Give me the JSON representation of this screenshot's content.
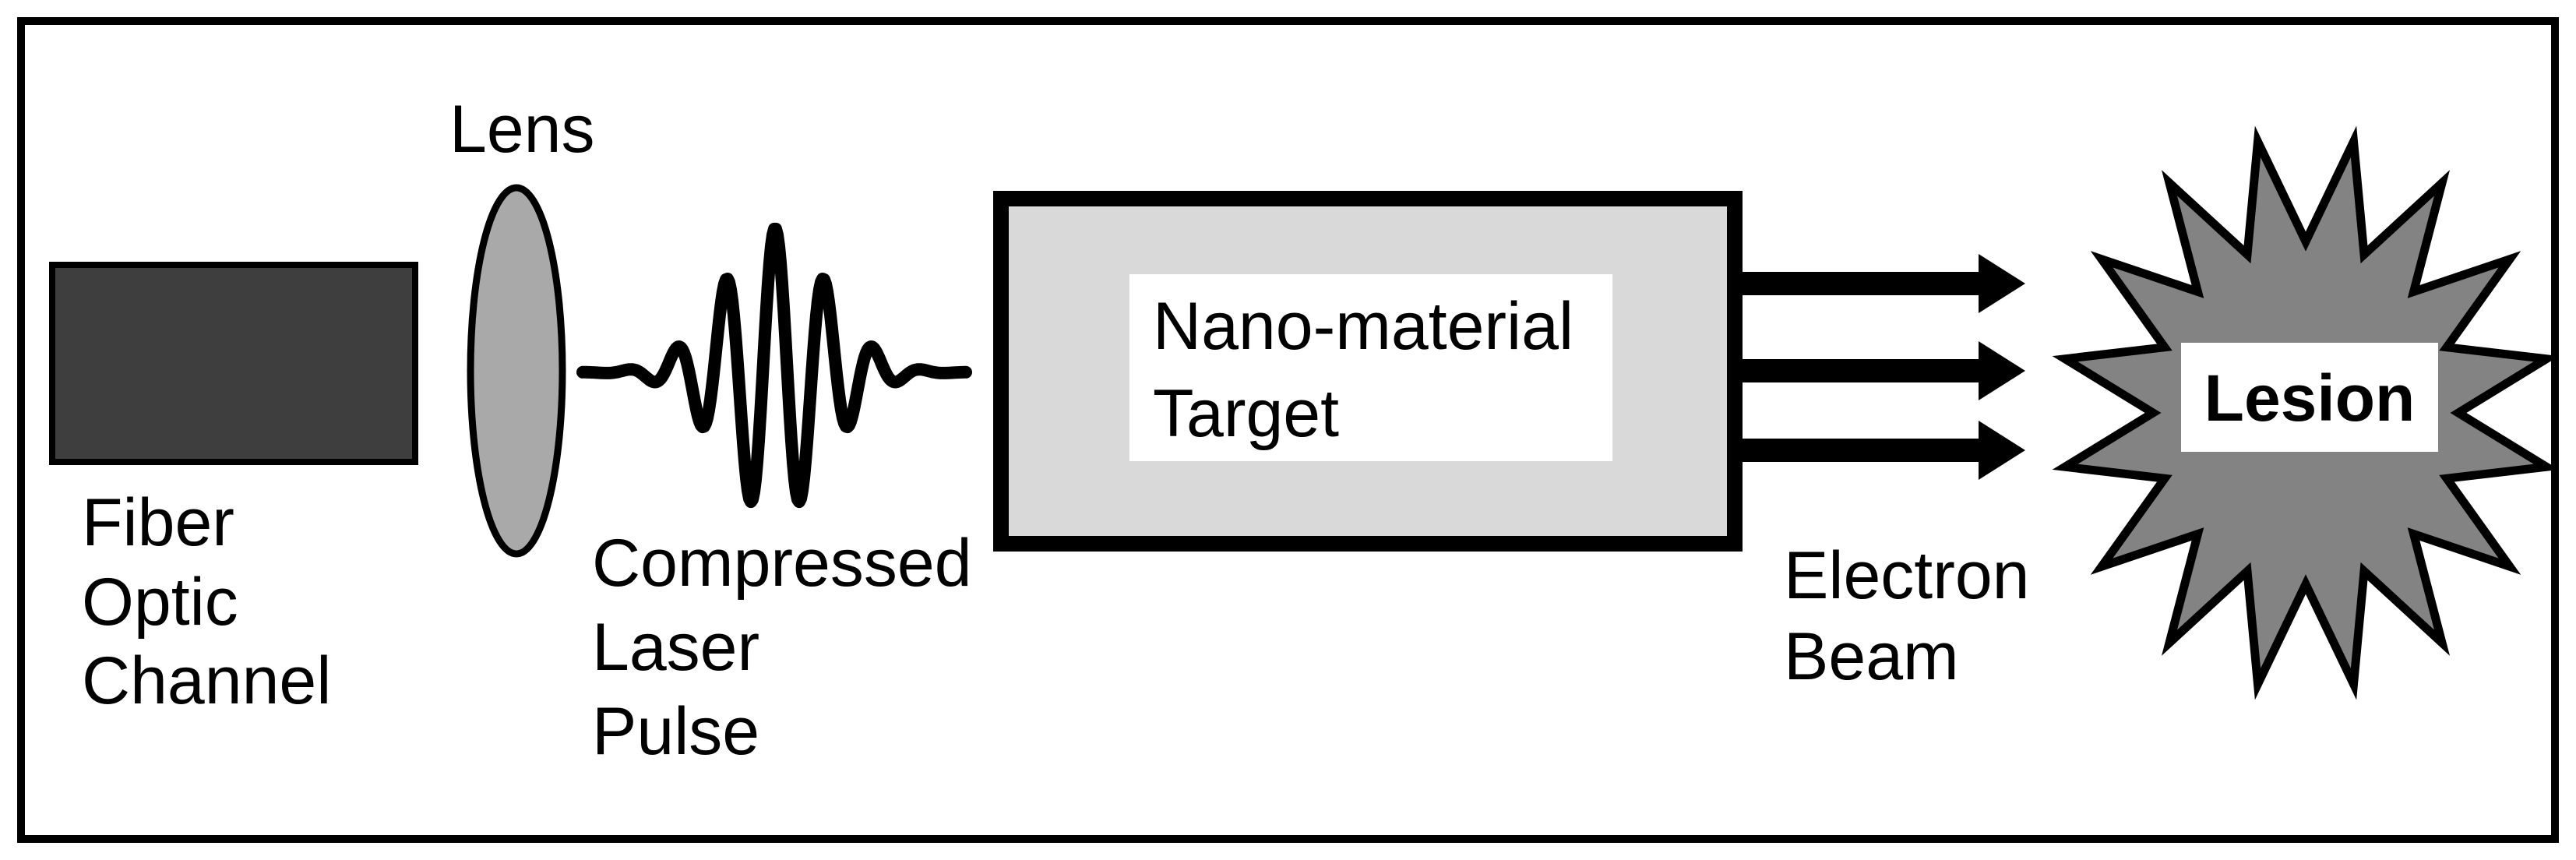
{
  "diagram": {
    "fiber_optic_channel": {
      "lines": [
        "Fiber",
        "Optic",
        "Channel"
      ]
    },
    "lens": {
      "label": "Lens"
    },
    "compressed_laser_pulse": {
      "lines": [
        "Compressed",
        "Laser",
        "Pulse"
      ]
    },
    "nano_material_target": {
      "lines": [
        "Nano-material",
        "Target"
      ]
    },
    "electron_beam": {
      "lines": [
        "Electron",
        "Beam"
      ]
    },
    "lesion": {
      "label": "Lesion"
    }
  },
  "colors": {
    "background": "#ffffff",
    "outline": "#000000",
    "fiber_box_fill": "#3e3e3e",
    "lens_fill": "#a9a9a9",
    "target_fill": "#d9d9d9",
    "target_inner_fill": "#ffffff",
    "star_fill": "#838383",
    "lesion_box_fill": "#ffffff",
    "arrow_fill": "#000000",
    "wave_stroke": "#000000"
  }
}
